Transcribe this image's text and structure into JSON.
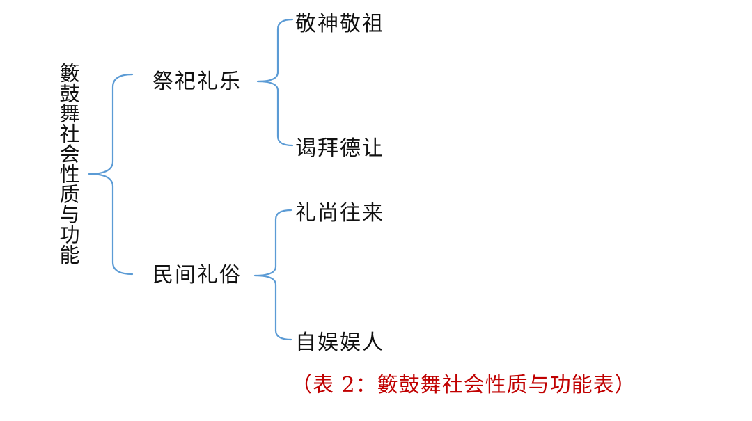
{
  "root": {
    "label": "籔鼓舞社会性质与功能"
  },
  "branches": [
    {
      "label": "祭祀礼乐",
      "children": [
        "敬神敬祖",
        "谒拜德让"
      ]
    },
    {
      "label": "民间礼俗",
      "children": [
        "礼尚往来",
        "自娱娱人"
      ]
    }
  ],
  "caption": "（表 2：籔鼓舞社会性质与功能表）",
  "colors": {
    "bracket": "#5b9bd5",
    "text": "#111111",
    "caption": "#c00000"
  }
}
